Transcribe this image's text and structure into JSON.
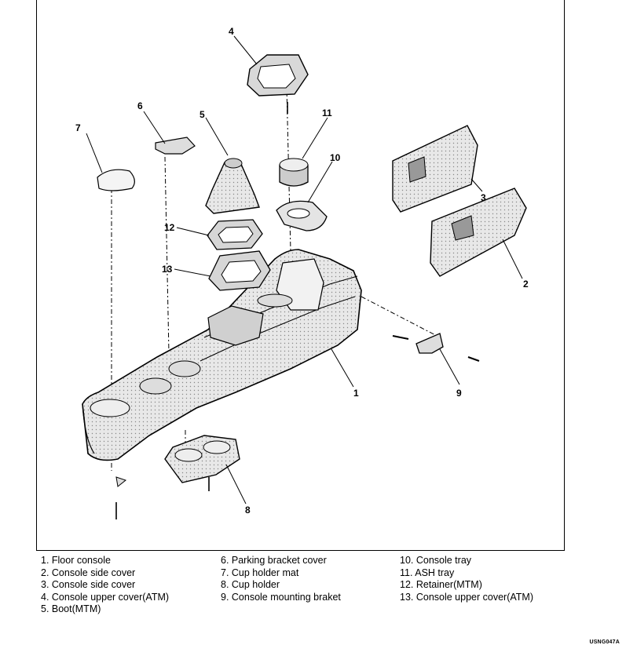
{
  "callouts": [
    "1",
    "2",
    "3",
    "4",
    "5",
    "6",
    "7",
    "8",
    "9",
    "10",
    "11",
    "12",
    "13"
  ],
  "legend": [
    [
      "1. Floor console",
      "2. Console side cover",
      "3. Console side cover",
      "4. Console upper cover(ATM)",
      "5. Boot(MTM)"
    ],
    [
      "6. Parking bracket cover",
      "7. Cup holder mat",
      "8. Cup holder",
      "9. Console mounting braket"
    ],
    [
      "10. Console tray",
      "11. ASH tray",
      "12. Retainer(MTM)",
      "13. Console upper cover(ATM)"
    ]
  ],
  "drawing_code": "USNG047A",
  "colors": {
    "line": "#000000",
    "fill": "#e6e6e6",
    "fill_dark": "#bdbdbd",
    "background": "#ffffff"
  }
}
